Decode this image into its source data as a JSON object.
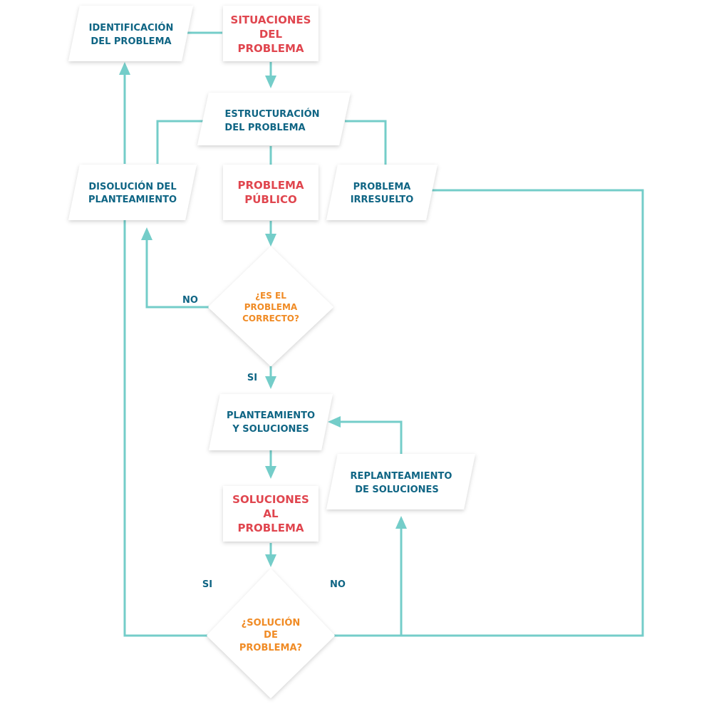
{
  "nodes": {
    "identificacion": [
      "IDENTIFICACIÓN",
      "DEL PROBLEMA"
    ],
    "situaciones": [
      "SITUACIONES",
      "DEL",
      "PROBLEMA"
    ],
    "estructuracion": [
      "ESTRUCTURACIÓN",
      "DEL PROBLEMA"
    ],
    "disolucion": [
      "DISOLUCIÓN DEL",
      "PLANTEAMIENTO"
    ],
    "problema_publico": [
      "PROBLEMA",
      "PÚBLICO"
    ],
    "irresuelto": [
      "PROBLEMA",
      "IRRESUELTO"
    ],
    "decision1": [
      "¿ES EL",
      "PROBLEMA",
      "CORRECTO?"
    ],
    "planteamiento": [
      "PLANTEAMIENTO",
      "Y SOLUCIONES"
    ],
    "replanteamiento": [
      "REPLANTEAMIENTO",
      "DE SOLUCIONES"
    ],
    "soluciones": [
      "SOLUCIONES",
      "AL",
      "PROBLEMA"
    ],
    "decision2": [
      "¿SOLUCIÓN",
      "DE",
      "PROBLEMA?"
    ]
  },
  "edge_labels": {
    "no_1": "NO",
    "si_1": "SI",
    "si_2": "SI",
    "no_2": "NO"
  },
  "colors": {
    "connector": "#74cdc9",
    "label_blue": "#0f6584",
    "label_red": "#e0464f",
    "label_orange": "#f08b25"
  }
}
